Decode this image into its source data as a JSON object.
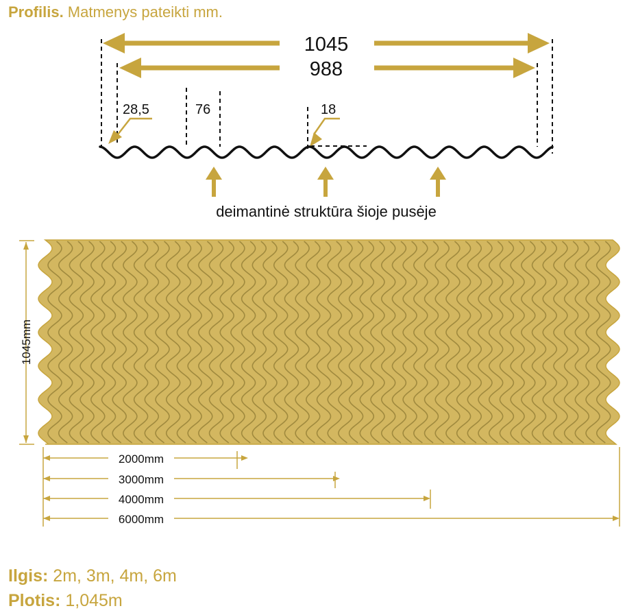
{
  "header": {
    "bold": "Profilis.",
    "rest": " Matmenys pateikti mm."
  },
  "profile": {
    "total_width": "1045",
    "effective_width": "988",
    "edge_offset": "28,5",
    "wave_pitch": "76",
    "wave_height": "18",
    "texture_note": "deimantinė struktūra šioje pusėje"
  },
  "sheet": {
    "height_label": "1045mm",
    "lengths": [
      "2000mm",
      "3000mm",
      "4000mm",
      "6000mm"
    ]
  },
  "specs": {
    "length_label": "Ilgis:",
    "length_value": " 2m, 3m, 4m, 6m",
    "width_label": "Plotis:",
    "width_value": " 1,045m"
  },
  "colors": {
    "gold": "#c7a53e",
    "sheet_fill": "#d3b760",
    "wave_line": "#a08a3e",
    "profile_line": "#111111"
  }
}
